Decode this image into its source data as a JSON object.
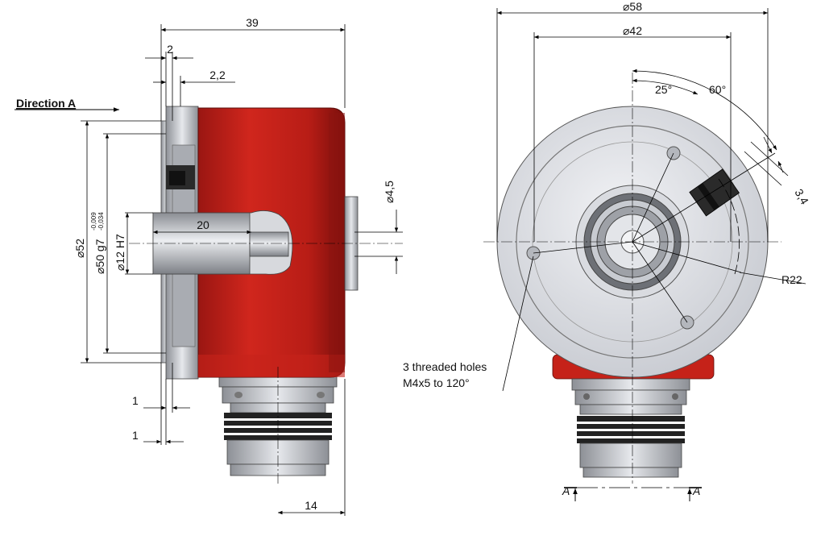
{
  "side_view": {
    "dims": {
      "total_length": "39",
      "flange_width": "2",
      "step": "2,2",
      "diameter_52": "52",
      "diameter_50": "50 g7",
      "tol_upper": "-0,009",
      "tol_lower": "-0,034",
      "bore": "12 H7",
      "bore_depth": "20",
      "pin_diameter": "4,5",
      "gap_1a": "1",
      "gap_1b": "1",
      "connector_length": "14"
    },
    "direction_label": "Direction A",
    "diameter_symbol": "⌀"
  },
  "front_view": {
    "dims": {
      "outer_diameter": "58",
      "inner_diameter": "42",
      "angle_25": "25°",
      "angle_60": "60°",
      "slot_width": "3,4",
      "radius": "R22"
    },
    "holes_note_line1": "3 threaded holes",
    "holes_note_line2": "M4x5 to 120°",
    "section_marker": "A"
  },
  "colors": {
    "housing_red": "#c0201a",
    "housing_dark": "#8e1410",
    "flange_grey": "#c9ccd2",
    "shaft_grey": "#b9bcc2"
  }
}
